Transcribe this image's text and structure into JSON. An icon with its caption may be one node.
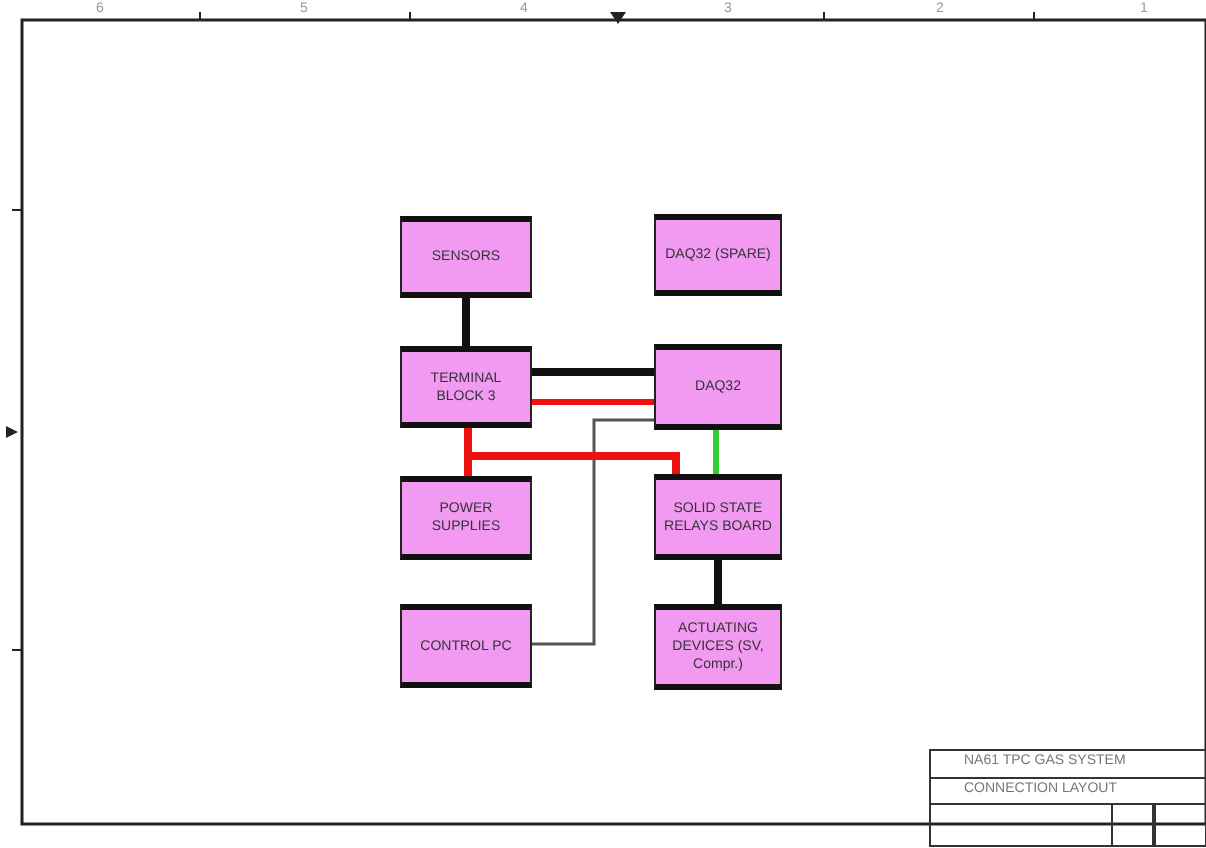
{
  "diagram": {
    "nodes": [
      {
        "text": [
          "SENSORS"
        ]
      },
      {
        "text": [
          "DAQ32 (SPARE)"
        ]
      },
      {
        "text": [
          "TERMINAL BLOCK 3"
        ]
      },
      {
        "text": [
          "DAQ32"
        ]
      },
      {
        "text": [
          "POWER SUPPLIES"
        ]
      },
      {
        "text": [
          "SOLID STATE RELAYS BOARD"
        ]
      },
      {
        "text": [
          "CONTROL PC"
        ]
      },
      {
        "text": [
          "ACTUATING DEVICES (SV, Compr.)"
        ]
      }
    ],
    "edges": [
      {
        "from": 0,
        "to": 2,
        "arrow": "none"
      },
      {
        "from": 2,
        "to": 3,
        "arrow": "none"
      },
      {
        "from": 2,
        "to": 3,
        "arrow": "none",
        "color": "#ee1111"
      },
      {
        "from": 3,
        "to": 6,
        "arrow": "none",
        "color": "#555555"
      },
      {
        "from": 2,
        "to": 5,
        "arrow": "none",
        "color": "#ee1111"
      },
      {
        "from": 4,
        "to": 5,
        "arrow": "none",
        "color": "#ee1111"
      },
      {
        "from": 3,
        "to": 5,
        "arrow": "none",
        "color": "#33cc33"
      },
      {
        "from": 5,
        "to": 7,
        "arrow": "none"
      }
    ],
    "labels": [
      "6",
      "5",
      "4",
      "3",
      "2",
      "1",
      "NA61 TPC GAS SYSTEM",
      "CONNECTION LAYOUT"
    ]
  }
}
